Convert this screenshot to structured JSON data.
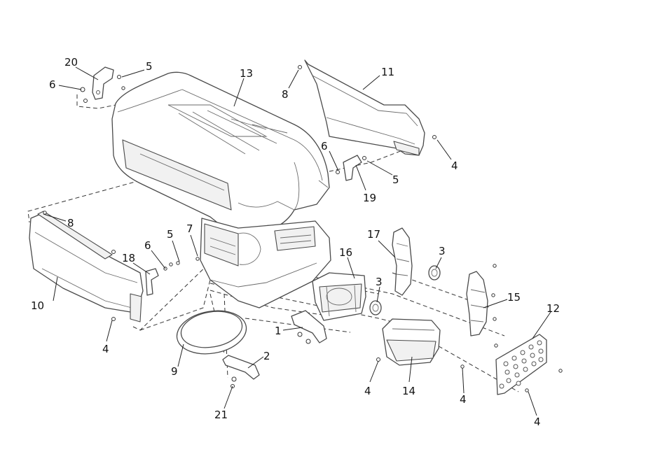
{
  "callouts": [
    {
      "label": "20"
    },
    {
      "label": "5"
    },
    {
      "label": "6"
    },
    {
      "label": "13"
    },
    {
      "label": "8"
    },
    {
      "label": "11"
    },
    {
      "label": "6"
    },
    {
      "label": "5"
    },
    {
      "label": "4"
    },
    {
      "label": "19"
    },
    {
      "label": "8"
    },
    {
      "label": "7"
    },
    {
      "label": "5"
    },
    {
      "label": "6"
    },
    {
      "label": "18"
    },
    {
      "label": "10"
    },
    {
      "label": "4"
    },
    {
      "label": "17"
    },
    {
      "label": "16"
    },
    {
      "label": "3"
    },
    {
      "label": "3"
    },
    {
      "label": "15"
    },
    {
      "label": "12"
    },
    {
      "label": "1"
    },
    {
      "label": "9"
    },
    {
      "label": "2"
    },
    {
      "label": "21"
    },
    {
      "label": "4"
    },
    {
      "label": "14"
    },
    {
      "label": "4"
    },
    {
      "label": "4"
    }
  ],
  "colors": {
    "line": "#4a4a4a",
    "background": "#ffffff",
    "text": "#111111"
  }
}
